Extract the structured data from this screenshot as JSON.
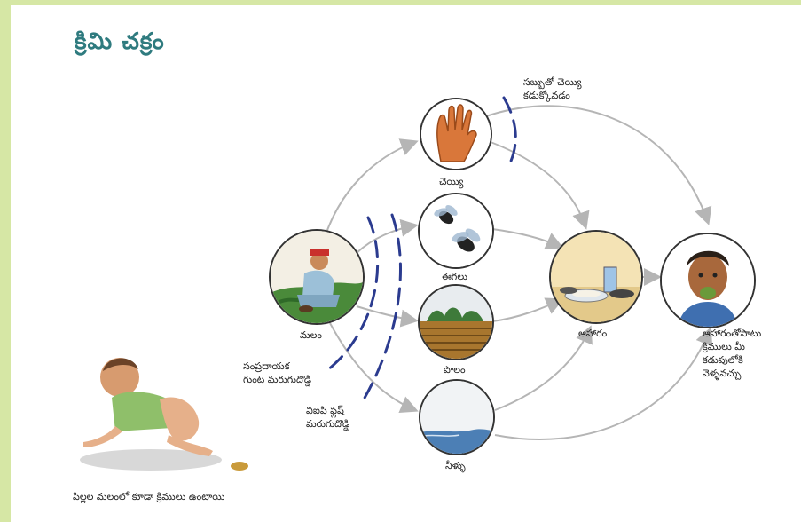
{
  "title": "క్రిమి చక్రం",
  "labels": {
    "feces": "మలం",
    "hand": "చెయ్యి",
    "flies": "ఈగలు",
    "field": "పొలం",
    "water": "నీళ్ళు",
    "food": "ఆహారం",
    "outcome": [
      "ఆహారంతోపాటు",
      "క్రిములు మీ",
      "కడుపులోకి",
      "వెళ్ళవచ్చు"
    ],
    "barrier_soap": [
      "సబ్బుతో చెయ్యి",
      "కడుక్కోవడం"
    ],
    "barrier_traditional": [
      "సంప్రదాయక",
      "గుంట మరుగుదొడ్డి"
    ],
    "barrier_vip": [
      "విఐపి ఫ్లష్",
      "మరుగుదొడ్డి"
    ],
    "baby_caption": "పిల్లల మలంలో కూడా క్రిములు ఉంటాయి"
  },
  "colors": {
    "title": "#2f7b7f",
    "frame": "#d6e7a5",
    "arrow": "#b5b5b5",
    "barrier": "#2b3b8f"
  }
}
